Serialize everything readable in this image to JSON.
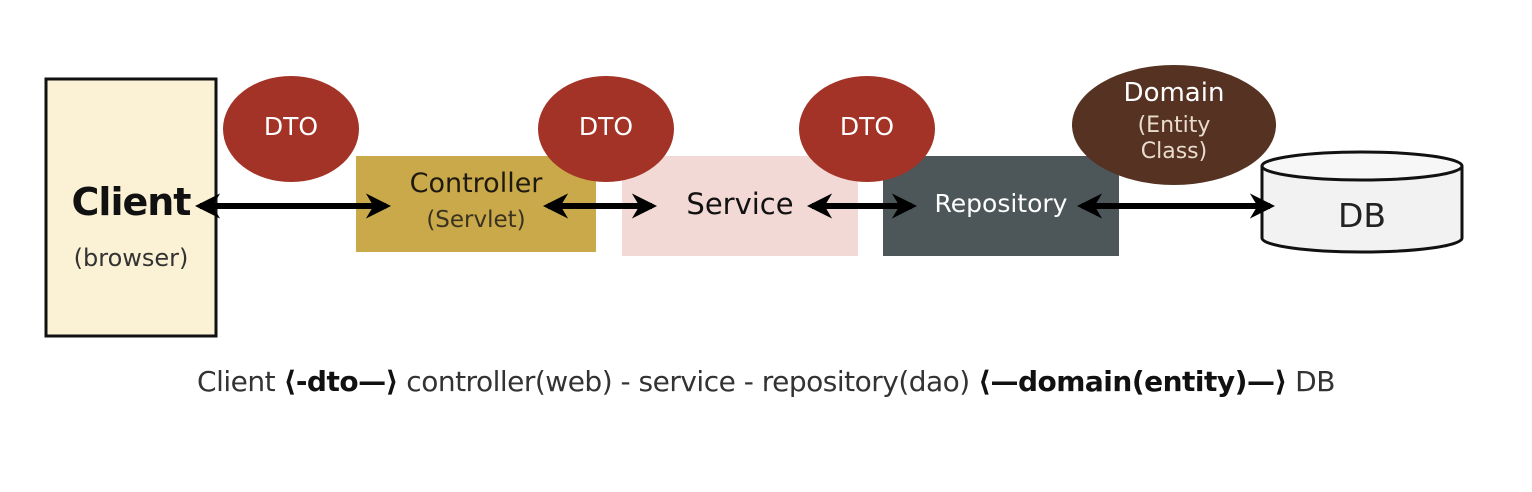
{
  "nodes": {
    "client": {
      "title": "Client",
      "subtitle": "(browser)"
    },
    "controller": {
      "title": "Controller",
      "subtitle": "(Servlet)"
    },
    "service": {
      "title": "Service"
    },
    "repository": {
      "title": "Repository"
    },
    "db": {
      "title": "DB"
    }
  },
  "transfer_objects": {
    "dto_1": "DTO",
    "dto_2": "DTO",
    "dto_3": "DTO",
    "domain": {
      "title": "Domain",
      "subtitle_line1": "(Entity",
      "subtitle_line2": "Class)"
    }
  },
  "caption": {
    "part1": "Client ",
    "part2": "⟨-dto—⟩",
    "part3": " controller(web) - service - repository(dao) ",
    "part4": "⟨—domain(entity)—⟩",
    "part5": " DB"
  },
  "colors": {
    "client_fill": "#fbf1d5",
    "controller_fill": "#c9a94a",
    "service_fill": "#f2d9d5",
    "repository_fill": "#4d5759",
    "dto_fill": "#a33326",
    "domain_fill": "#563223",
    "db_fill": "#f2f2f2"
  }
}
